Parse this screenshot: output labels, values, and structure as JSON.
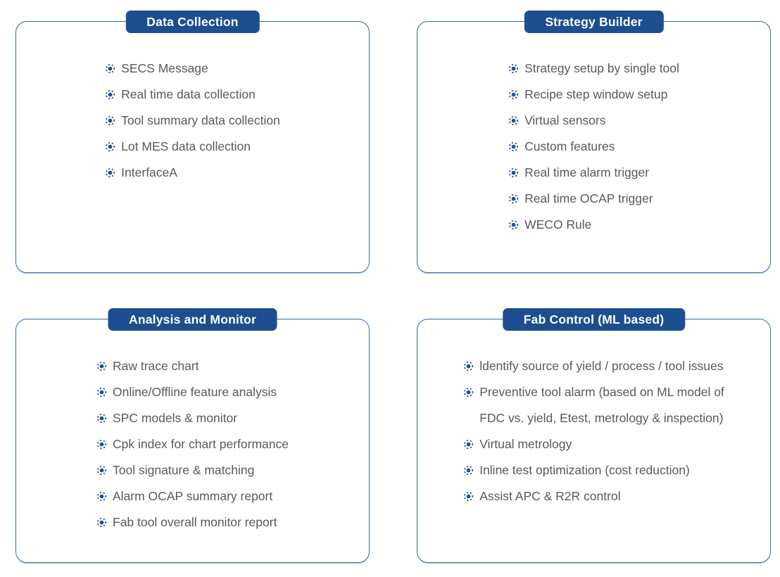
{
  "colors": {
    "badge_bg": "#1d4e8f",
    "badge_text": "#ffffff",
    "panel_border": "#3566a9",
    "item_text": "#58595b",
    "bullet": "#1e4f97"
  },
  "panels": [
    {
      "title": "Data Collection",
      "items": [
        "SECS Message",
        "Real time data collection",
        "Tool summary data collection",
        "Lot MES data collection",
        "InterfaceA"
      ]
    },
    {
      "title": "Strategy Builder",
      "items": [
        "Strategy setup by single tool",
        "Recipe step window setup",
        "Virtual sensors",
        "Custom features",
        "Real time alarm trigger",
        "Real time OCAP trigger",
        "WECO Rule"
      ]
    },
    {
      "title": "Analysis and Monitor",
      "items": [
        "Raw trace chart",
        "Online/Offline feature analysis",
        "SPC models & monitor",
        "Cpk index for chart performance",
        "Tool signature & matching",
        "Alarm OCAP summary report",
        "Fab tool overall monitor report"
      ]
    },
    {
      "title": "Fab Control (ML based)",
      "items": [
        "ldentify source of yield / process / tool issues",
        "Preventive tool alarm (based on ML model of\nFDC vs. yield, Etest, metrology & inspection)",
        "Virtual metrology",
        "Inline test optimization (cost reduction)",
        "Assist APC & R2R control"
      ]
    }
  ]
}
